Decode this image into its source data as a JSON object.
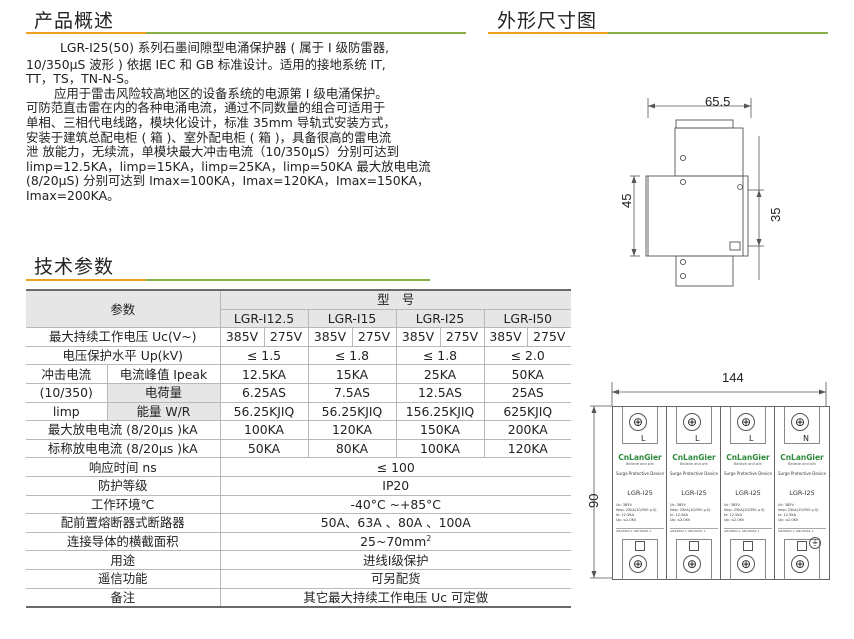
{
  "sections": {
    "overview_title": "产品概述",
    "dimensions_title": "外形尺寸图",
    "specs_title": "技术参数"
  },
  "overview_lines": [
    "LGR-I25(50) 系列石墨间隙型电涌保护器 ( 属于 Ⅰ 级防雷器,",
    "10/350μS 波形 ) 依据 IEC 和 GB 标准设计。适用的接地系统 IT,",
    "TT，TS，TN-N-S。",
    "应用于雷击风险较高地区的设备系统的电源第 Ⅰ 级电涌保护。",
    "可防范直击雷在内的各种电涌电流，通过不同数量的组合可适用于",
    "单相、三相代电线路，模块化设计，标准 35mm 导轨式安装方式，",
    "安装于建筑总配电柜 ( 箱 )、室外配电柜 ( 箱 )，具备很高的雷电流",
    "泄 放能力，无续流，单模块最大冲击电流（10/350μS）分别可达到",
    "limp=12.5KA，limp=15KA，limp=25KA，limp=50KA 最大放电电流",
    "(8/20μS) 分别可达到 Imax=100KA，Imax=120KA，Imax=150KA，",
    "Imax=200KA。"
  ],
  "table": {
    "param_header": "参数",
    "model_header": "型　号",
    "models": [
      "LGR-I12.5",
      "LGR-I15",
      "LGR-I25",
      "LGR-I50"
    ],
    "uc_label": "最大持续工作电压 Uc(V~)",
    "uc_values": [
      "385V",
      "275V",
      "385V",
      "275V",
      "385V",
      "275V",
      "385V",
      "275V"
    ],
    "up_label": "电压保护水平 Up(kV)",
    "up_values": [
      "≤ 1.5",
      "≤ 1.8",
      "≤ 1.8",
      "≤ 2.0"
    ],
    "impulse_group": [
      "冲击电流",
      "(10/350)",
      "limp"
    ],
    "peak_label": "电流峰值 Ipeak",
    "peak_values": [
      "12.5KA",
      "15KA",
      "25KA",
      "50KA"
    ],
    "charge_label": "电荷量",
    "charge_values": [
      "6.25AS",
      "7.5AS",
      "12.5AS",
      "25AS"
    ],
    "energy_label": "能量 W/R",
    "energy_values": [
      "56.25KJIQ",
      "56.25KJIQ",
      "156.25KJIQ",
      "625KJIQ"
    ],
    "imax_label": "最大放电电流 (8/20μs )kA",
    "imax_values": [
      "100KA",
      "120KA",
      "150KA",
      "200KA"
    ],
    "in_label": "标称放电电流 (8/20μs )kA",
    "in_values": [
      "50KA",
      "80KA",
      "100KA",
      "120KA"
    ],
    "response_label": "响应时间 ns",
    "response_value": "≤ 100",
    "protection_label": "防护等级",
    "protection_value": "IP20",
    "env_label": "工作环境℃",
    "env_value": "-40°C ~+85°C",
    "fuse_label": "配前置熔断器式断路器",
    "fuse_value": "50A、63A 、80A 、100A",
    "conductor_label": "连接导体的横截面积",
    "conductor_value": "25~70mm",
    "conductor_sup": "2",
    "usage_label": "用途",
    "usage_value": "进线Ⅰ级保护",
    "remote_label": "遥信功能",
    "remote_value": "可另配货",
    "remark_label": "备注",
    "remark_value": "其它最大持续工作电压 Uc 可定做"
  },
  "drawing": {
    "side_width": "65.5",
    "side_height_left": "45",
    "side_height_right": "35",
    "front_width": "144",
    "front_height": "90",
    "module_brand": "CnLanGier",
    "module_brand_sub": "Believe and win",
    "module_desc": "Surge Protective Device",
    "module_model": "LGR-I25",
    "module_terminals": [
      "L",
      "L",
      "L",
      "N"
    ],
    "module_specs": [
      "Uc:  385V",
      "Iimp: 25kA(10/350 μ S)",
      "In:   12.5KA",
      "Up:  ≤2.0KV"
    ],
    "module_code": "GB18802.1 GB/18061.1"
  },
  "colors": {
    "rule_orange": "#f0a020",
    "rule_green": "#8ab048",
    "brand_green": "#2d8a3a",
    "header_gray": "#e6e6e6"
  }
}
